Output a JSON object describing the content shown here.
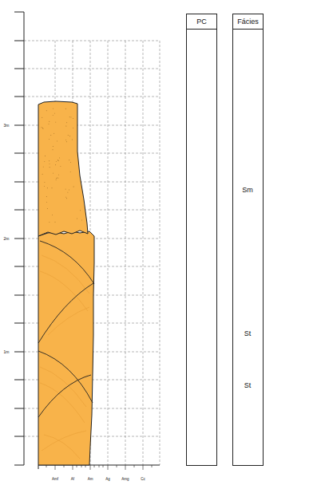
{
  "diagram": {
    "nodes": [
      {
        "text": [
          "PC"
        ]
      },
      {
        "text": [
          "Fácies"
        ]
      }
    ],
    "labels": [
      "3m",
      "2m",
      "1m",
      "Amf",
      "Af",
      "Am",
      "Ag",
      "Amg",
      "Cc",
      "Sm",
      "St",
      "St"
    ]
  }
}
